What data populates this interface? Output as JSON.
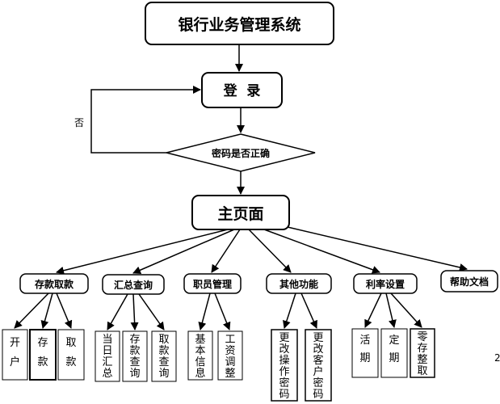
{
  "title": "银行业务管理系统",
  "login": "登  录",
  "decision": "密码是否正确",
  "no_label": "否",
  "main_page": "主页面",
  "modules": [
    {
      "label": "存款取款",
      "children": [
        "开户",
        "存款",
        "取款"
      ]
    },
    {
      "label": "汇总查询",
      "children": [
        "当日汇总",
        "存款查询",
        "取款查询"
      ]
    },
    {
      "label": "职员管理",
      "children": [
        "基本信息",
        "工资调整"
      ]
    },
    {
      "label": "其他功能",
      "children": [
        "更改操作密码",
        "更改客户密码"
      ]
    },
    {
      "label": "利率设置",
      "children": [
        "活期",
        "定期",
        "零存整取"
      ]
    },
    {
      "label": "帮助文档",
      "children": []
    }
  ],
  "edge_mark": "2"
}
